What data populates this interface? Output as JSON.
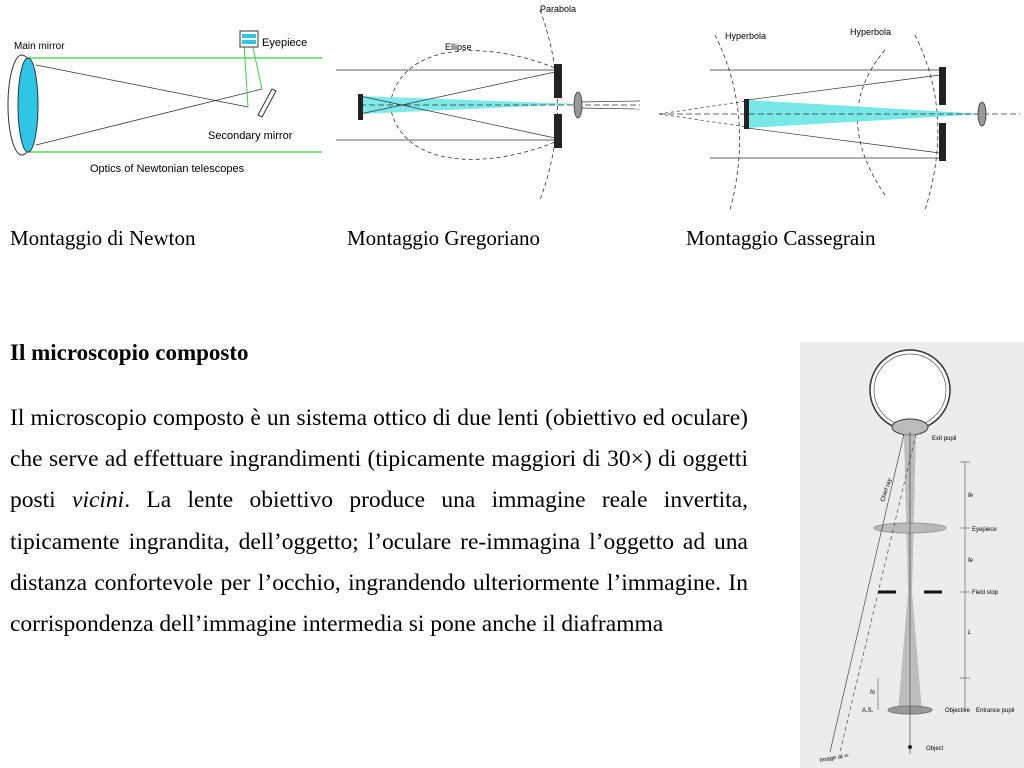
{
  "figures": {
    "newton": {
      "main_mirror": "Main mirror",
      "eyepiece": "Eyepiece",
      "secondary_mirror": "Secondary mirror",
      "caption_inner": "Optics of Newtonian telescopes"
    },
    "gregorian": {
      "parabola": "Parabola",
      "ellipse": "Ellipse"
    },
    "cassegrain": {
      "hyperbola_left": "Hyperbola",
      "hyperbola_right": "Hyperbola"
    },
    "microscope": {
      "exit_pupil": "Exit pupil",
      "chief_ray": "Chief ray",
      "eyepiece": "Eyepiece",
      "field_stop": "Field stop",
      "objective": "Objective",
      "entrance_pupil": "Entrance pupil",
      "as": "A.S.",
      "object": "Object",
      "image_at_inf": "Image at ∞",
      "fe": "fe",
      "fe2": "fe",
      "L": "L",
      "fo": "fo"
    }
  },
  "captions": {
    "newton": "Montaggio di Newton",
    "gregorian": "Montaggio Gregoriano",
    "cassegrain": "Montaggio Cassegrain"
  },
  "section": {
    "title": "Il microscopio composto",
    "p1": "Il microscopio composto è un sistema ottico di due lenti (obiettivo ed oculare) che serve ad effettuare ingrandimenti (tipicamente maggiori di 30×) di oggetti posti ",
    "p_italic": "vicini",
    "p2": ". La lente obiettivo produce una immagine reale invertita, tipicamente ingrandita, dell’oggetto; l’oculare re-immagina l’oggetto ad una distanza confortevole per l’occhio, ingrandendo ulteriormente l’immagine. In corrispondenza dell’immagine intermedia si pone anche il diaframma"
  }
}
